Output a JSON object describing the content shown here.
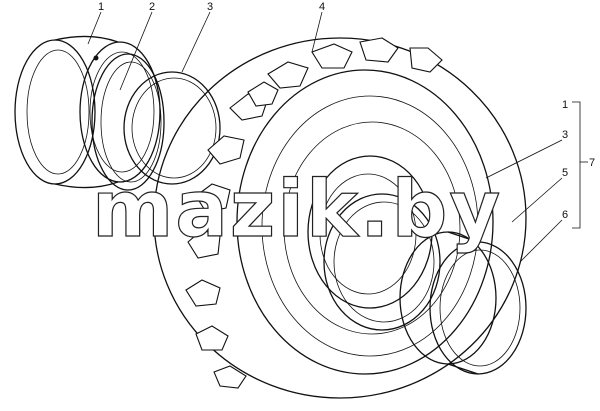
{
  "watermark": "mazik.by",
  "callouts": {
    "c1": "1",
    "c2": "2",
    "c3": "3",
    "c4": "4",
    "r1": "1",
    "r3": "3",
    "r5": "5",
    "r6": "6",
    "r7": "7"
  }
}
